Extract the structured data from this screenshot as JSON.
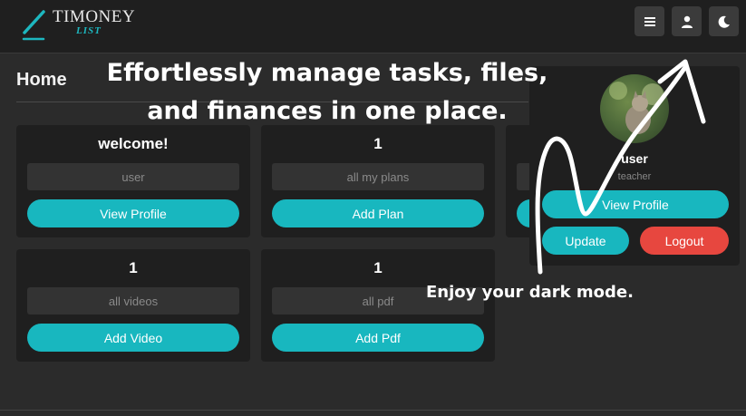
{
  "brand": {
    "name": "TIMONEY",
    "sub": "LIST",
    "accent_color": "#18b7bf"
  },
  "header": {
    "buttons": [
      {
        "icon": "menu-icon"
      },
      {
        "icon": "user-icon"
      },
      {
        "icon": "moon-icon"
      }
    ]
  },
  "page": {
    "title": "Home"
  },
  "cards": [
    {
      "title": "welcome!",
      "field": "user",
      "button": "View Profile"
    },
    {
      "title": "1",
      "field": "all my plans",
      "button": "Add Plan"
    },
    {
      "title": "1",
      "field": "all videos",
      "button": "Add Video"
    },
    {
      "title": "1",
      "field": "all pdf",
      "button": "Add Pdf"
    }
  ],
  "profile": {
    "name": "user",
    "role": "teacher",
    "view_label": "View Profile",
    "update_label": "Update",
    "logout_label": "Logout",
    "logout_color": "#e7473f"
  },
  "overlay": {
    "headline_line1": "Effortlessly manage tasks, files,",
    "headline_line2": "and finances in one place.",
    "caption": "Enjoy your dark mode."
  }
}
